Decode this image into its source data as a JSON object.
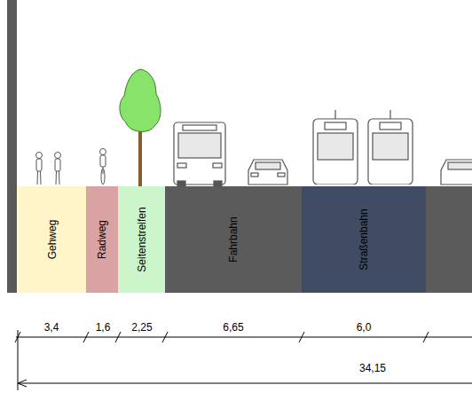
{
  "diagram": {
    "nodes": [
      {
        "text": [
          "Gehweg"
        ]
      },
      {
        "text": [
          "Radweg"
        ]
      },
      {
        "text": [
          "Seitenstreifen"
        ]
      },
      {
        "text": [
          "Fahrbahn"
        ]
      },
      {
        "text": [
          "Straßenbahn"
        ]
      }
    ],
    "labels": [
      "3,4",
      "1,6",
      "2,25",
      "6,65",
      "6,0",
      "34,15"
    ]
  }
}
